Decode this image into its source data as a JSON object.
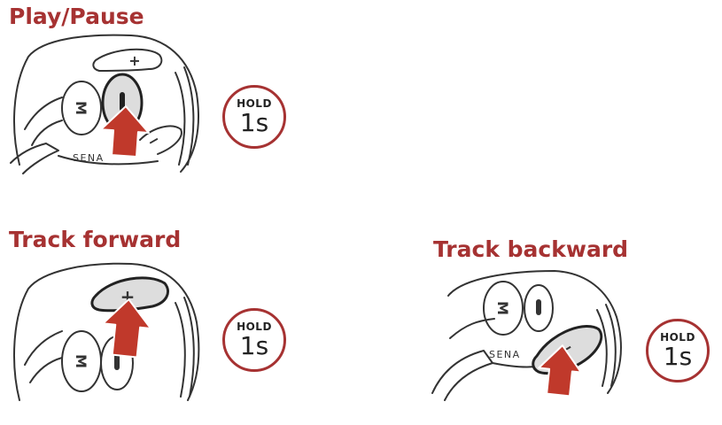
{
  "sections": [
    {
      "title": "Play/Pause",
      "badge": {
        "label": "HOLD",
        "duration": "1s"
      }
    },
    {
      "title": "Track forward",
      "badge": {
        "label": "HOLD",
        "duration": "1s"
      }
    },
    {
      "title": "Track backward",
      "badge": {
        "label": "HOLD",
        "duration": "1s"
      }
    }
  ],
  "device": {
    "brand": "SENA",
    "buttons": {
      "plus": "+",
      "minus": "−",
      "mode": "M"
    }
  },
  "colors": {
    "accent": "#a63232",
    "arrow": "#c0392b",
    "outline": "#333333",
    "highlight": "#dddddd"
  }
}
